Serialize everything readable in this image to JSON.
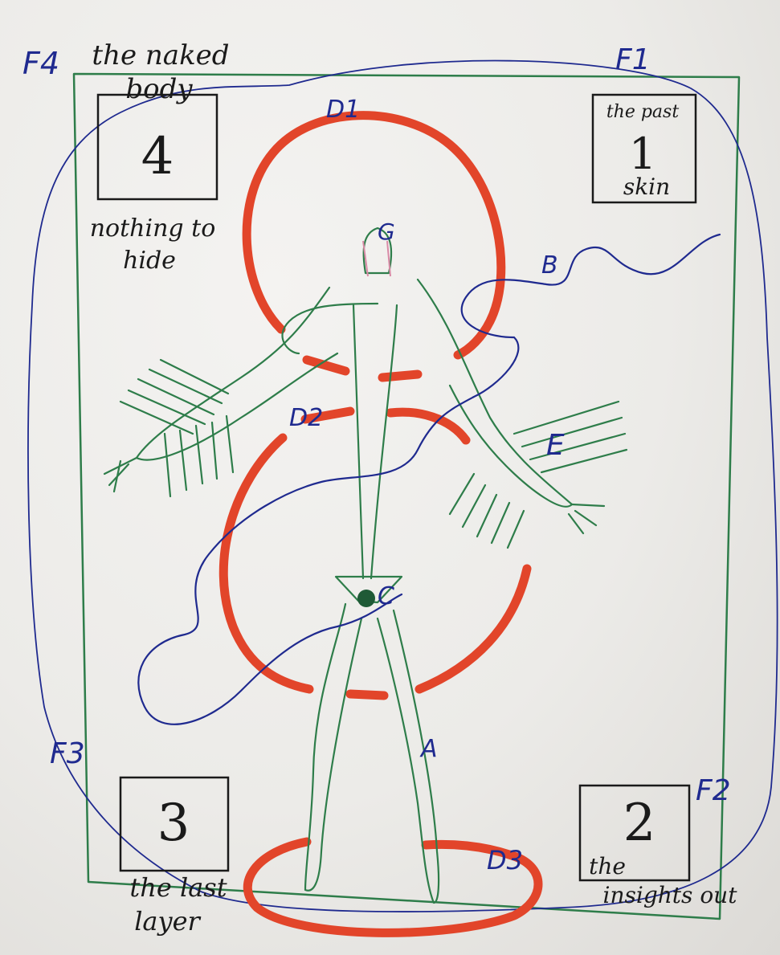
{
  "corner_labels": {
    "f1": "F1",
    "f2": "F2",
    "f3": "F3",
    "f4": "F4"
  },
  "boxes": {
    "box1": {
      "number": "1",
      "top_text": "the past",
      "bottom_text": "skin"
    },
    "box2": {
      "number": "2",
      "caption_line1": "the",
      "caption_line2": "insights out"
    },
    "box3": {
      "number": "3",
      "caption_line1": "the last",
      "caption_line2": "layer"
    },
    "box4": {
      "number": "4",
      "title_line1": "the naked",
      "title_line2": "body",
      "caption_line1": "nothing to",
      "caption_line2": "hide"
    }
  },
  "figure_labels": {
    "a": "A",
    "b": "B",
    "c": "C",
    "d1": "D1",
    "d2": "D2",
    "d3": "D3",
    "e": "E",
    "g": "G"
  },
  "colors": {
    "paper": "#ecebe8",
    "ink_black": "#1a1a1a",
    "ink_green": "#2e7d4a",
    "ink_blue": "#1f2a8f",
    "ink_red": "#e2452a",
    "ink_pink": "#d98aa6"
  }
}
